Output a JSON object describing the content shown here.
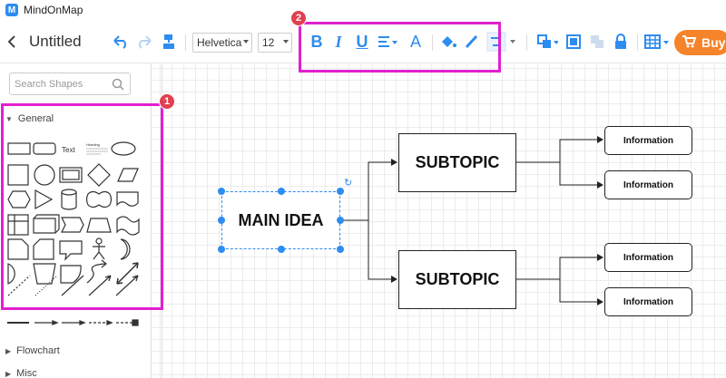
{
  "app": {
    "name": "MindOnMap",
    "logo_letter": "M"
  },
  "toolbar": {
    "document_title": "Untitled",
    "font_family": "Helvetica",
    "font_size": "12",
    "bold_label": "B",
    "italic_label": "I",
    "underline_label": "U",
    "text_color_label": "A",
    "buy_label": "Buy",
    "icons": [
      "back-icon",
      "undo-icon",
      "redo-icon",
      "format-painter-icon",
      "bold-icon",
      "italic-icon",
      "underline-icon",
      "align-icon",
      "font-color-icon",
      "fill-color-icon",
      "line-color-icon",
      "connector-style-icon",
      "arrange-icon",
      "group-icon",
      "ungroup-icon",
      "lock-icon",
      "table-icon",
      "cart-icon"
    ]
  },
  "left_panel": {
    "search_placeholder": "Search Shapes",
    "sections": [
      "General",
      "Flowchart",
      "Misc"
    ],
    "text_shape_label": "Text",
    "heading_shape_label": "Heading"
  },
  "diagram": {
    "main": "MAIN IDEA",
    "subtopics": [
      "SUBTOPIC",
      "SUBTOPIC"
    ],
    "information": [
      "Information",
      "Information",
      "Information",
      "Information"
    ]
  },
  "annotations": {
    "badge_1": "1",
    "badge_2": "2"
  },
  "colors": {
    "accent": "#2d8cf0",
    "highlight": "#e020d0",
    "badge": "#e04050",
    "buy": "#f5842b"
  }
}
